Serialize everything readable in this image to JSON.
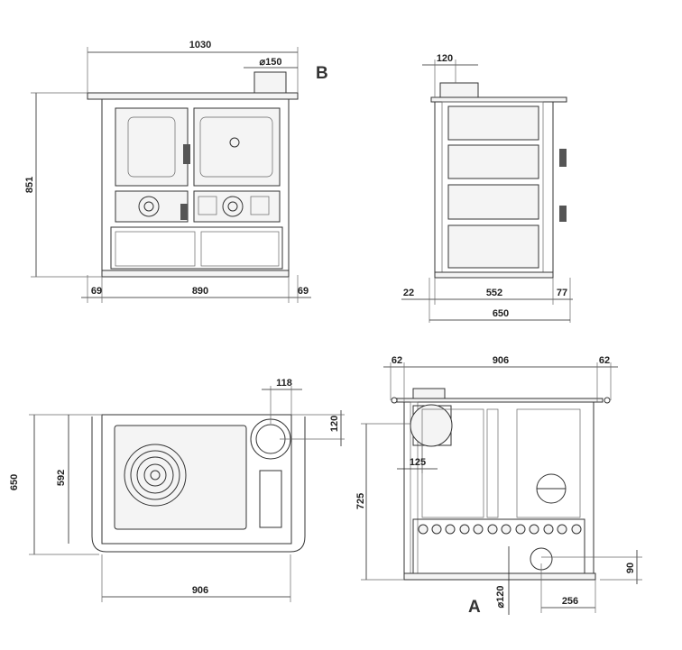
{
  "front_view": {
    "width_total": "1030",
    "flue_diameter": "⌀150",
    "label": "B",
    "height": "851",
    "left_offset": "69",
    "inner_width": "890",
    "right_offset": "69"
  },
  "side_view": {
    "flue_offset": "120",
    "front_offset": "22",
    "body_depth": "552",
    "rear_offset": "77",
    "total_depth": "650"
  },
  "top_view": {
    "flue_offset_x": "118",
    "flue_offset_y": "120",
    "total_depth": "650",
    "plate_depth": "592",
    "width": "906"
  },
  "rear_view": {
    "left_offset": "62",
    "width": "906",
    "right_offset": "62",
    "flue_offset": "125",
    "height": "725",
    "outlet_height": "90",
    "label": "A",
    "outlet_diameter": "⌀120",
    "outlet_offset": "256"
  }
}
